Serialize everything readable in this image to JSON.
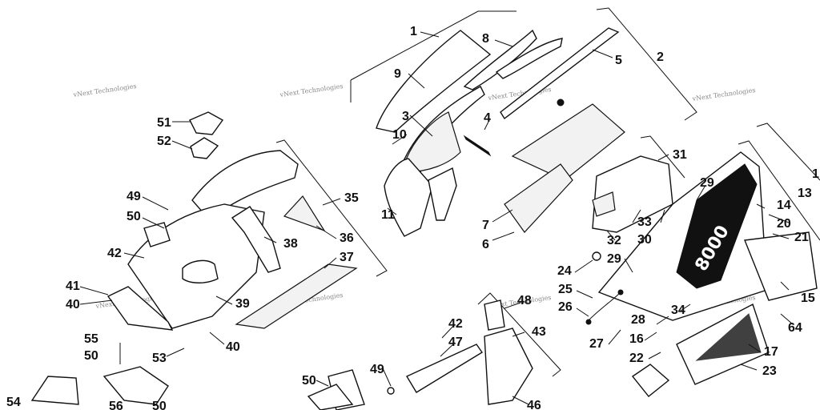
{
  "diagram": {
    "watermark": "vNext Technologies",
    "callouts": [
      "1",
      "2",
      "3",
      "4",
      "5",
      "6",
      "7",
      "8",
      "9",
      "10",
      "11",
      "13",
      "14",
      "15",
      "16",
      "17",
      "20",
      "21",
      "22",
      "23",
      "24",
      "25",
      "26",
      "27",
      "28",
      "29",
      "29",
      "30",
      "31",
      "32",
      "33",
      "34",
      "35",
      "36",
      "37",
      "38",
      "39",
      "40",
      "40",
      "41",
      "42",
      "42",
      "43",
      "46",
      "47",
      "48",
      "49",
      "49",
      "50",
      "50",
      "50",
      "51",
      "52",
      "53",
      "54",
      "55",
      "56",
      "64",
      "1",
      "50"
    ],
    "decal_text": "8000"
  }
}
